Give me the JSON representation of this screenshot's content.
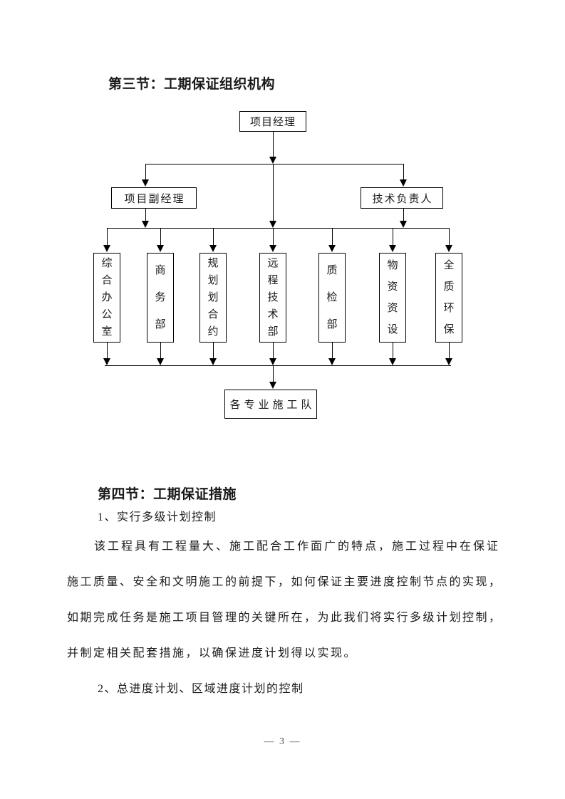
{
  "document": {
    "section3_heading": "第三节：工期保证组织机构",
    "section4_heading": "第四节：工期保证措施",
    "list_item_1": "1、实行多级计划控制",
    "paragraph_lines": [
      "该工程具有工程量大、施工配合工作面广的特点，施工过程中在保证",
      "施工质量、安全和文明施工的前提下，如何保证主要进度控制节点的实现，",
      "如期完成任务是施工项目管理的关键所在，为此我们将实行多级计划控制，",
      "并制定相关配套措施，以确保进度计划得以实现。"
    ],
    "list_item_2": "2、总进度计划、区域进度计划的控制",
    "page_number": "— 3 —"
  },
  "org_chart": {
    "project_manager": "项目经理",
    "deputy_project_manager": "项目副经理",
    "technical_director": "技术负责人",
    "departments": [
      "综合办公室",
      "商务部",
      "规划划合约",
      "远程技术部",
      "质检部",
      "物资资设",
      "全质环保"
    ],
    "construction_teams": "各专业施工队"
  }
}
